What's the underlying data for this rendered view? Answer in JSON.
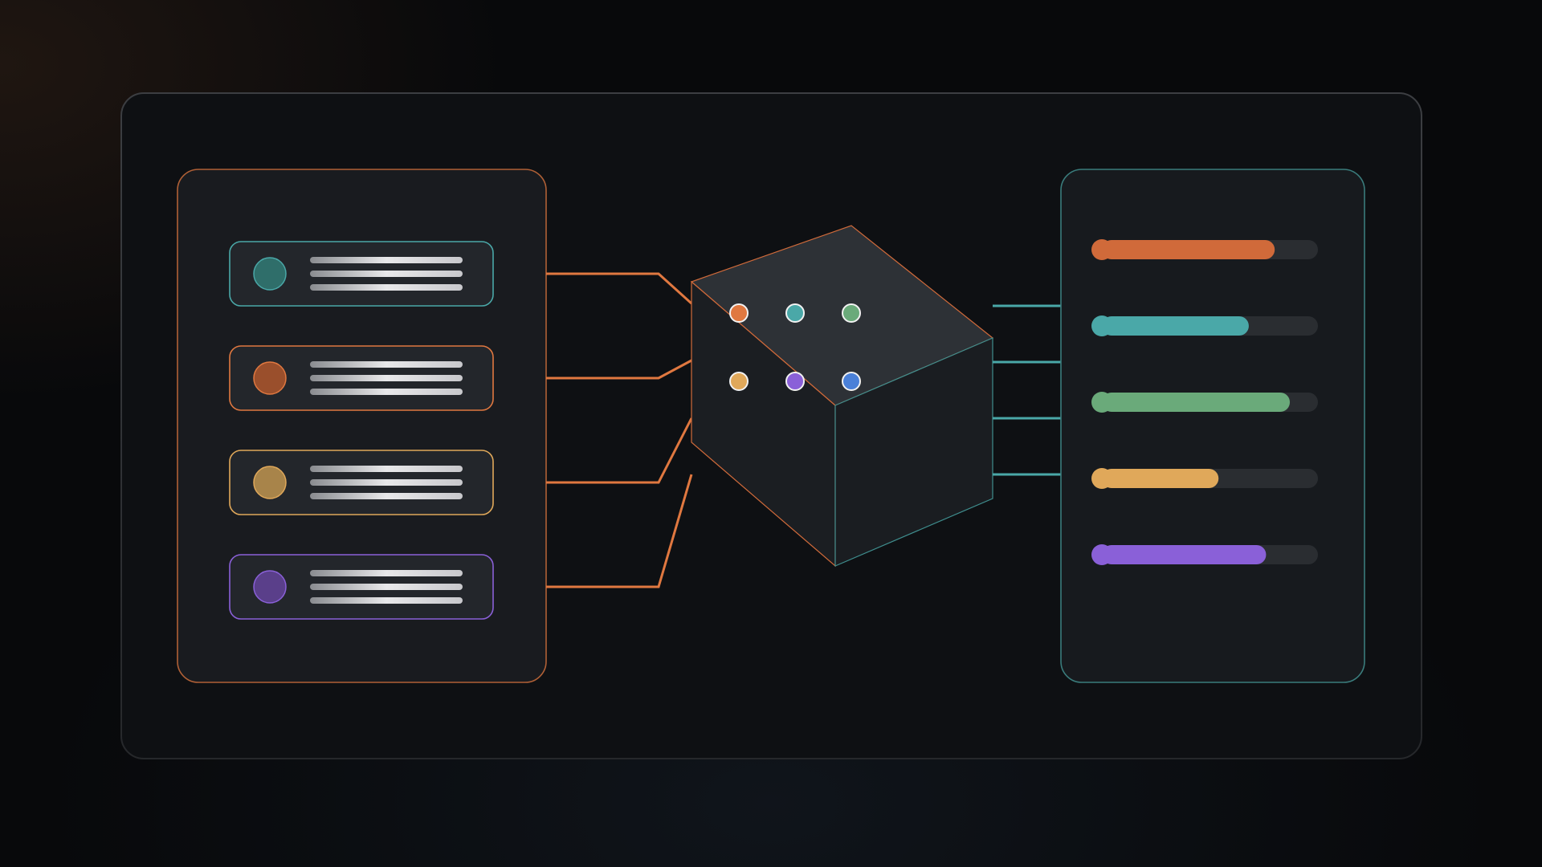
{
  "diagram": {
    "accent_input": "#e07840",
    "accent_output": "#4aa8a8",
    "inputs": [
      {
        "id": "input-1",
        "color": "#2f6e6a",
        "border": "#4aa8a8"
      },
      {
        "id": "input-2",
        "color": "#9a4f2c",
        "border": "#e07840"
      },
      {
        "id": "input-3",
        "color": "#a8844a",
        "border": "#e0a85a"
      },
      {
        "id": "input-4",
        "color": "#5a3f8a",
        "border": "#8a60d8"
      }
    ],
    "hub_dots": [
      {
        "id": "dot-1",
        "color": "#e07840"
      },
      {
        "id": "dot-2",
        "color": "#4aa8a8"
      },
      {
        "id": "dot-3",
        "color": "#6aaa7a"
      },
      {
        "id": "dot-4",
        "color": "#e0a85a"
      },
      {
        "id": "dot-5",
        "color": "#8a60d8"
      },
      {
        "id": "dot-6",
        "color": "#4a80d8"
      }
    ],
    "outputs": [
      {
        "id": "output-1",
        "color": "#d06a3a",
        "level": 0.8
      },
      {
        "id": "output-2",
        "color": "#4aa8a8",
        "level": 0.68
      },
      {
        "id": "output-3",
        "color": "#6aaa7a",
        "level": 0.87
      },
      {
        "id": "output-4",
        "color": "#e0a85a",
        "level": 0.54
      },
      {
        "id": "output-5",
        "color": "#8a60d8",
        "level": 0.76
      }
    ]
  }
}
